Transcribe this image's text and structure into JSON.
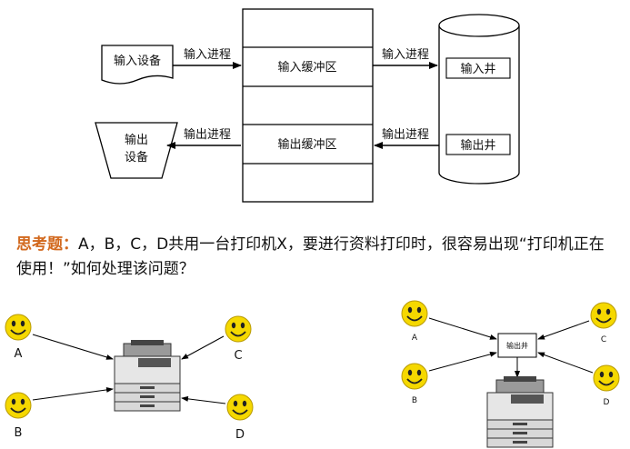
{
  "diagram": {
    "input_device": "输入设备",
    "output_device": [
      "输出",
      "设备"
    ],
    "input_process": "输入进程",
    "output_process": "输出进程",
    "input_buffer": "输入缓冲区",
    "output_buffer": "输出缓冲区",
    "input_well": "输入井",
    "output_well": "输出井"
  },
  "question": {
    "title": "思考题：",
    "text": "A，B，C，D共用一台打印机X，要进行资料打印时，很容易出现“打印机正在使用！”如何处理该问题？"
  },
  "left_scene": {
    "users": [
      "A",
      "B",
      "C",
      "D"
    ]
  },
  "right_scene": {
    "users": [
      "A",
      "B",
      "C",
      "D"
    ],
    "center_label": "输出井"
  },
  "colors": {
    "smiley_fill": "#f5d800",
    "question_title": "#d2691e",
    "line": "#000000"
  }
}
